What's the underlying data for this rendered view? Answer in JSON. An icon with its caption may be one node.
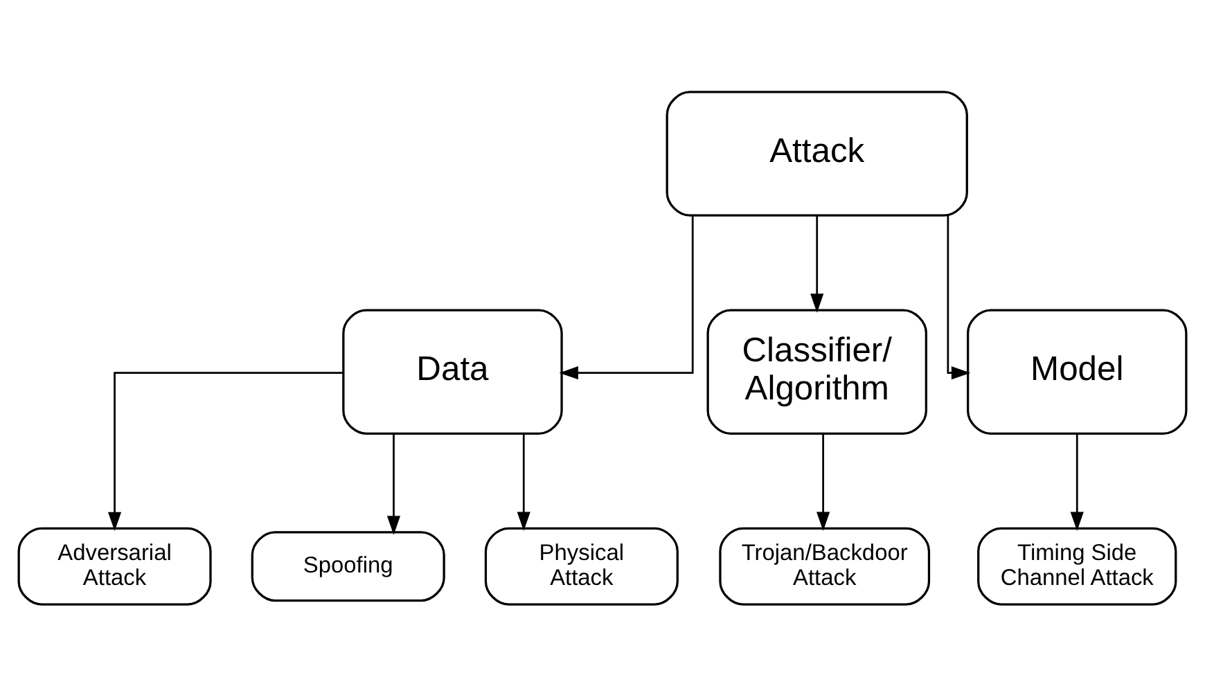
{
  "diagram": {
    "nodes": [
      {
        "text": [
          "Attack"
        ]
      },
      {
        "text": [
          "Data"
        ]
      },
      {
        "text": [
          "Classifier/ Algorithm"
        ]
      },
      {
        "text": [
          "Model"
        ]
      },
      {
        "text": [
          "Adversarial Attack"
        ]
      },
      {
        "text": [
          "Spoofing"
        ]
      },
      {
        "text": [
          "Physical Attack"
        ]
      },
      {
        "text": [
          "Trojan/Backdoor Attack"
        ]
      },
      {
        "text": [
          "Timing Side Channel Attack"
        ]
      }
    ],
    "edges": [
      {
        "from": 0,
        "to": 1,
        "arrow": "to"
      },
      {
        "from": 0,
        "to": 2,
        "arrow": "to"
      },
      {
        "from": 0,
        "to": 3,
        "arrow": "to"
      },
      {
        "from": 1,
        "to": 4,
        "arrow": "to"
      },
      {
        "from": 1,
        "to": 5,
        "arrow": "to"
      },
      {
        "from": 1,
        "to": 6,
        "arrow": "to"
      },
      {
        "from": 2,
        "to": 7,
        "arrow": "to"
      },
      {
        "from": 3,
        "to": 8,
        "arrow": "to"
      }
    ]
  }
}
